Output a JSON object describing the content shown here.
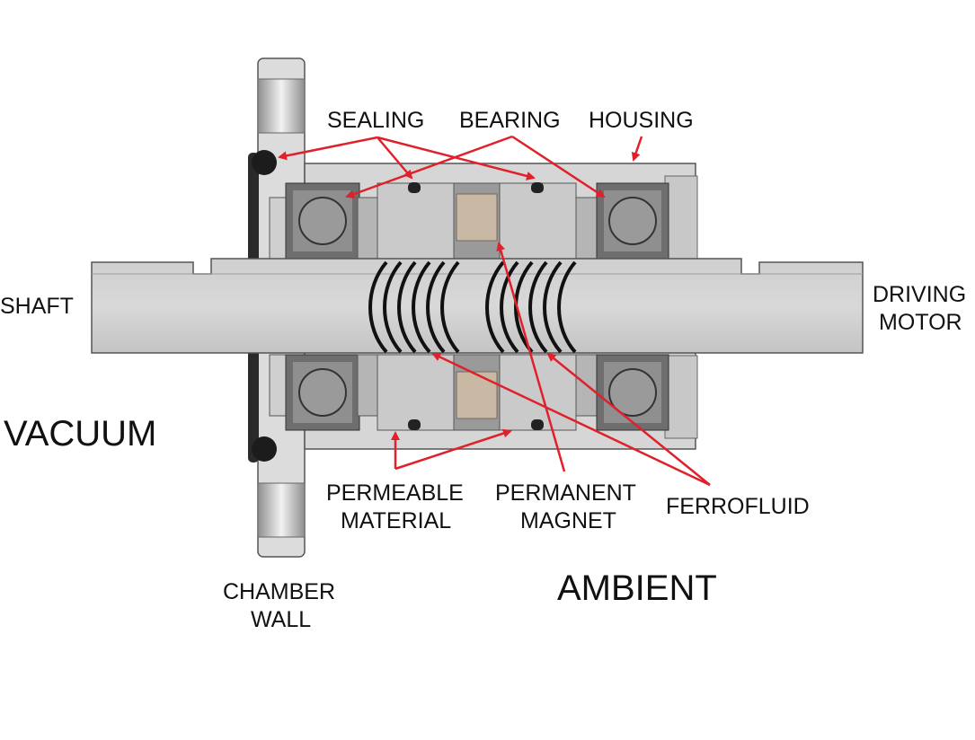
{
  "labels": {
    "sealing": "SEALING",
    "bearing": "BEARING",
    "housing": "HOUSING",
    "shaft": "SHAFT",
    "driving": "DRIVING",
    "motor": "MOTOR",
    "vacuum": "VACUUM",
    "permeable": "PERMEABLE",
    "material": "MATERIAL",
    "permanent": "PERMANENT",
    "magnet": "MAGNET",
    "ferrofluid": "FERROFLUID",
    "chamber": "CHAMBER",
    "wall": "WALL",
    "ambient": "AMBIENT"
  },
  "colors": {
    "arrow": "#e0202a",
    "metal_light": "#d3d3d3",
    "metal_mid": "#bdbdbd",
    "metal_dark": "#8a8a8a",
    "magnet": "#c9b8a3",
    "outline": "#222222"
  }
}
